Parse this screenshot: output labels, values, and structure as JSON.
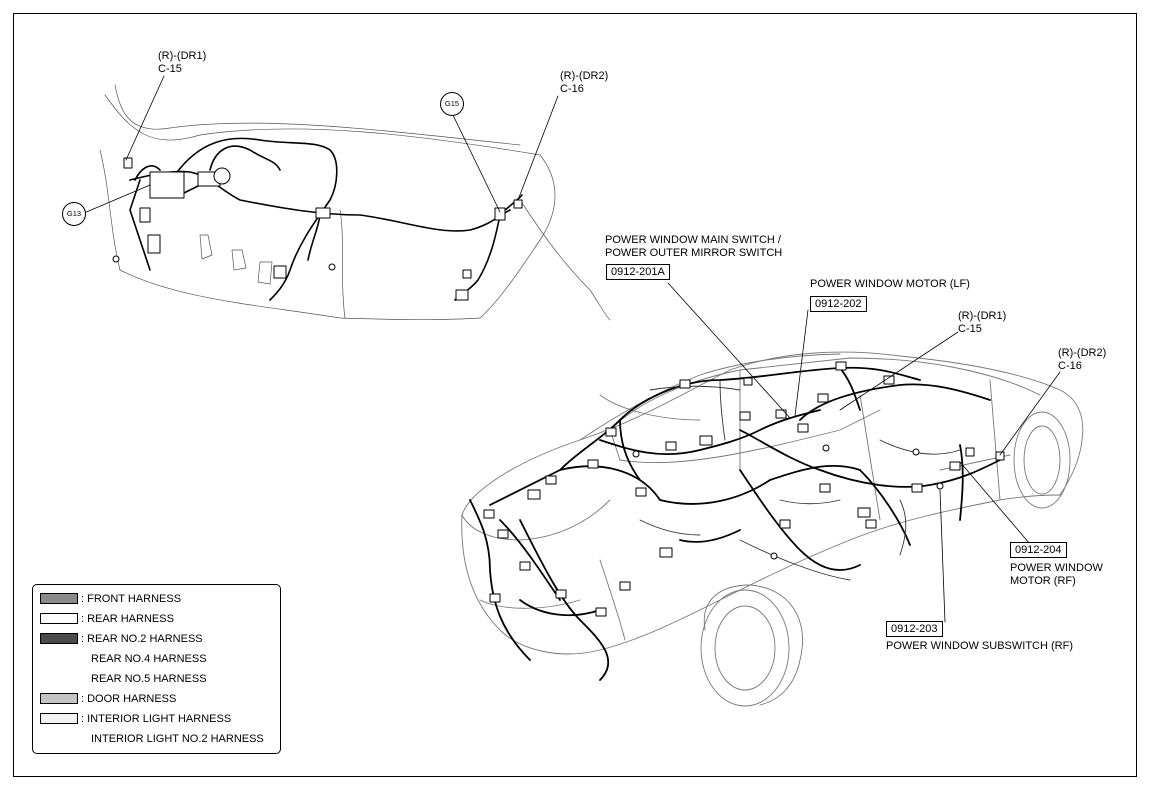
{
  "top_diagram": {
    "connector_dr1": {
      "line1": "(R)-(DR1)",
      "line2": "C-15"
    },
    "connector_dr2": {
      "line1": "(R)-(DR2)",
      "line2": "C-16"
    },
    "ground_g13": "G13",
    "ground_g15": "G15"
  },
  "callouts": {
    "main_switch": {
      "line1": "POWER WINDOW MAIN SWITCH /",
      "line2": "POWER OUTER MIRROR SWITCH",
      "code": "0912-201A"
    },
    "motor_lf": {
      "label": "POWER WINDOW MOTOR (LF)",
      "code": "0912-202"
    },
    "dr1": {
      "line1": "(R)-(DR1)",
      "line2": "C-15"
    },
    "dr2": {
      "line1": "(R)-(DR2)",
      "line2": "C-16"
    },
    "motor_rf": {
      "code": "0912-204",
      "line1": "POWER WINDOW",
      "line2": "MOTOR (RF)"
    },
    "subswitch_rf": {
      "code": "0912-203",
      "label": "POWER WINDOW SUBSWITCH (RF)"
    }
  },
  "legend": {
    "items": [
      {
        "label": ": FRONT HARNESS",
        "swatch": "#8a8a8a"
      },
      {
        "label": ": REAR HARNESS",
        "swatch": "#ffffff"
      },
      {
        "label": ": REAR NO.2 HARNESS",
        "swatch": "#4a4a4a"
      },
      {
        "label": "REAR NO.4 HARNESS",
        "swatch": ""
      },
      {
        "label": "REAR NO.5 HARNESS",
        "swatch": ""
      },
      {
        "label": ": DOOR HARNESS",
        "swatch": "#c4c4c4"
      },
      {
        "label": ": INTERIOR LIGHT HARNESS",
        "swatch": "#f2f2f2"
      },
      {
        "label": "INTERIOR LIGHT NO.2 HARNESS",
        "swatch": ""
      }
    ]
  }
}
